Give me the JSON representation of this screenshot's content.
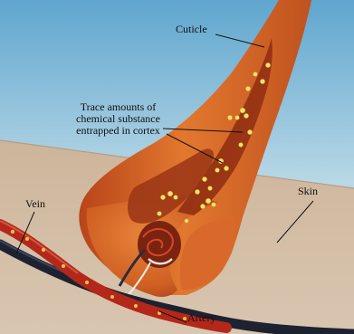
{
  "diagram": {
    "labels": {
      "cuticle": "Cuticle",
      "trace_line1": "Trace amounts of",
      "trace_line2": "chemical substance",
      "trace_line3": "entrapped in cortex",
      "skin": "Skin",
      "vein": "Vein",
      "artery": "Artery"
    }
  }
}
